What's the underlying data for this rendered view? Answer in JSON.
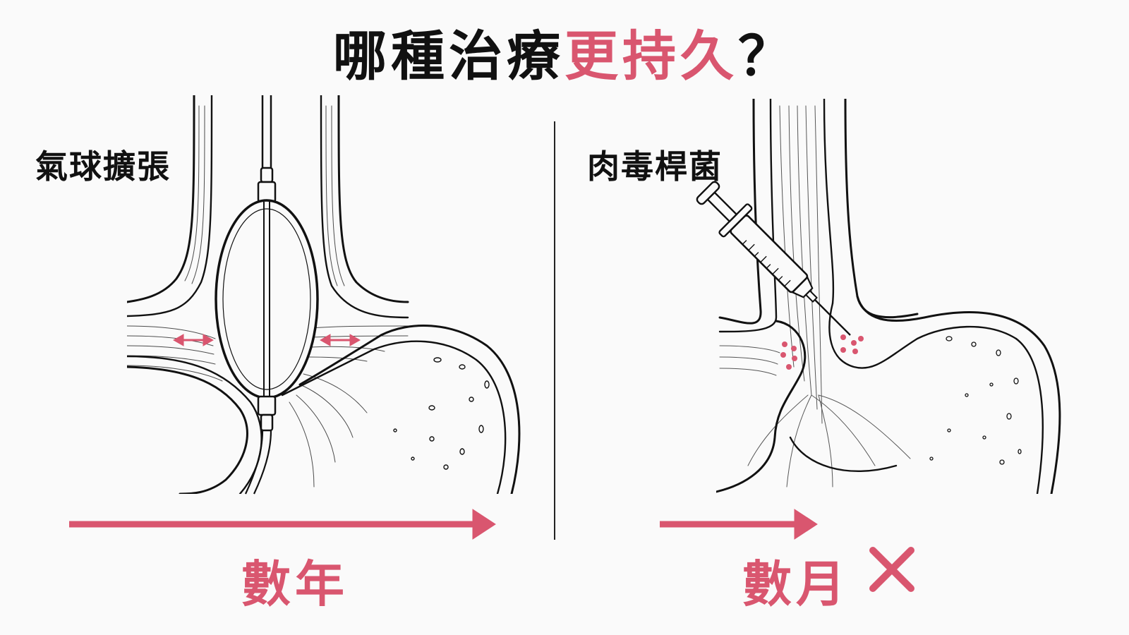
{
  "title": {
    "main": "哪種治療",
    "accent": "更持久",
    "end": "？"
  },
  "left_panel": {
    "label": "氣球擴張",
    "result": "數年"
  },
  "right_panel": {
    "label": "肉毒桿菌",
    "result": "數月"
  },
  "colors": {
    "accent": "#d9566f",
    "ink": "#111111",
    "background": "#fafafa"
  },
  "icons": [
    "balloon-catheter-icon",
    "syringe-icon",
    "double-arrow-icon",
    "cross-icon"
  ]
}
